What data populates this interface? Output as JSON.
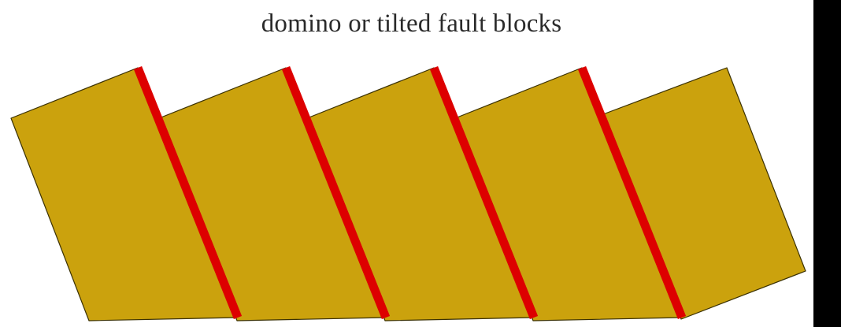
{
  "slide": {
    "title": "domino or tilted fault blocks"
  },
  "diagram": {
    "block_count": 5,
    "fault_count": 4,
    "colors": {
      "block_fill": "#CBA20D",
      "block_outline": "#3a3000",
      "fault": "#DD0000",
      "background": "#FFFFFF",
      "side_bar": "#000000"
    }
  }
}
